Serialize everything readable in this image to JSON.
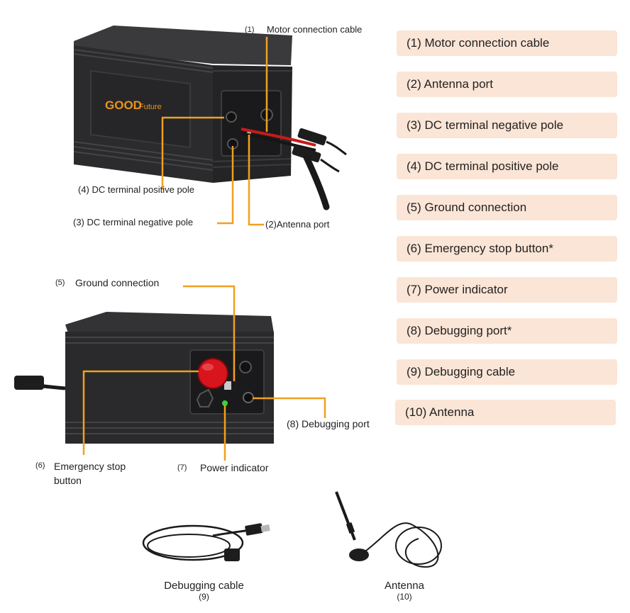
{
  "box_top": {
    "logo_text": "GOOD",
    "logo_text2": "Future",
    "labels": {
      "motor": {
        "num": "(1)",
        "text": "Motor connection cable"
      },
      "positive": {
        "num": "(4)",
        "text": "DC terminal positive pole"
      },
      "negative": {
        "num": "(3)",
        "text": "DC terminal  negative pole"
      },
      "antenna": {
        "num": "(2)",
        "text": "Antenna port"
      }
    }
  },
  "box_bottom": {
    "labels": {
      "ground": {
        "num": "(5)",
        "text": "Ground connection"
      },
      "debug_port": {
        "num": "(8)",
        "text": "Debugging  port"
      },
      "estop_line1": {
        "num": "(6)",
        "text": "Emergency stop"
      },
      "estop_line2": "button",
      "power": {
        "num": "(7)",
        "text": "Power indicator"
      }
    }
  },
  "legend": [
    "(1) Motor connection cable",
    "(2) Antenna port",
    "(3) DC terminal negative pole",
    "(4) DC terminal positive pole",
    "(5) Ground connection",
    "(6) Emergency stop button*",
    "(7) Power indicator",
    "(8) Debugging port*",
    "(9) Debugging cable",
    "(10) Antenna"
  ],
  "accessories": {
    "cable": {
      "label": "Debugging cable",
      "num": "(9)"
    },
    "antenna": {
      "label": "Antenna",
      "num": "(10)"
    }
  },
  "colors": {
    "leader": "#f0a020",
    "pill": "#fbe5d6",
    "box": "#2b2b2d",
    "estop": "#d8141c"
  }
}
